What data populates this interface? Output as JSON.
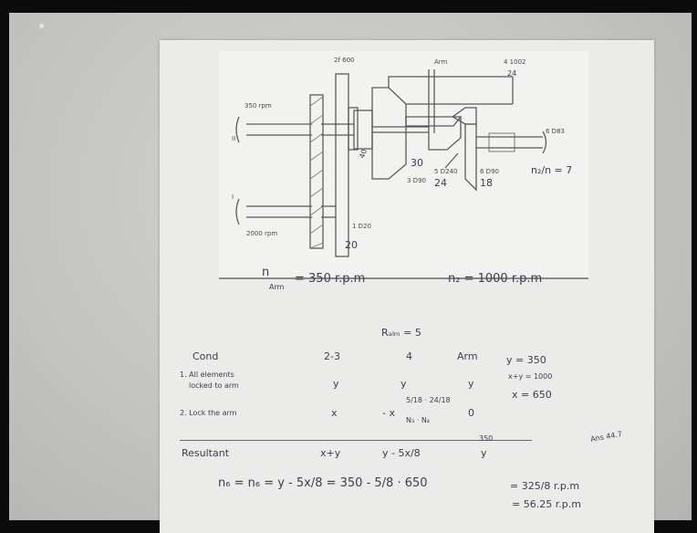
{
  "diagram": {
    "labels": {
      "arm": "Arm",
      "gear_top": "2f 600",
      "gear_right_top": "4 1002",
      "gear_right_top_hw": "24",
      "speed_ii": "350 rpm",
      "shaft_ii": "II",
      "speed_i": "2000 rpm",
      "shaft_i": "I",
      "gear_mid_hw": "40",
      "gear_30_hw": "30",
      "gear_3": "3 D90",
      "gear_1": "1 D20",
      "gear_1_hw": "20",
      "gear_5": "5 D240",
      "gear_5_hw": "24",
      "gear_6": "6 D90",
      "gear_6_hw": "18",
      "shaft_out": "6 D83",
      "ratio": "n₂/n = 7"
    }
  },
  "notes": {
    "eq1_lhs": "n",
    "eq1_sub": "Arm",
    "eq1_rhs": "= 350 r.p.m",
    "eq2": "n₂ = 1000 r.p.m",
    "r_eq": "Rₐₗₘ = 5",
    "col_cond": "Cond",
    "col_23": "2-3",
    "col_4": "4",
    "col_arm": "Arm",
    "y_val": "y = 350",
    "row1_a": "1. All elements",
    "row1_b": "locked to arm",
    "row1_c1": "y",
    "row1_c2": "y",
    "row1_c3": "y",
    "xy_val": "x+y = 1000",
    "x_val": "x = 650",
    "row2_label": "2. Lock the arm",
    "row2_c1": "x",
    "row2_c2": "- x",
    "row2_frac_top": "5/18 · 24/18",
    "row2_frac_bot": "N₃ · N₄",
    "row2_c3": "0",
    "margin_note": "Ans 44.7",
    "res_label": "Resultant",
    "res_c1": "x+y",
    "res_c2": "y - 5x/8",
    "res_c3": "y",
    "res_c3_top": "350",
    "final_lhs": "n₆ = n₆ = y - 5x/8 = 350 - 5/8 · 650",
    "final_rhs": "= 325/8 r.p.m",
    "final_val": "= 56.25 r.p.m"
  }
}
